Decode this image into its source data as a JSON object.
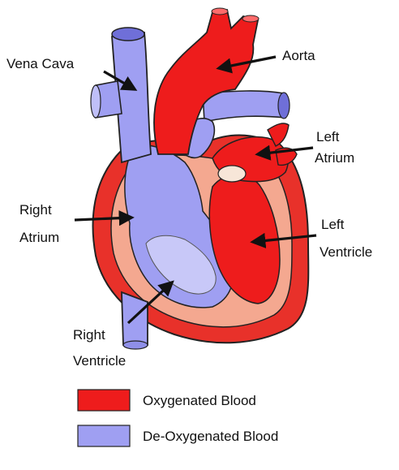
{
  "labels": {
    "vena_cava": "Vena Cava",
    "aorta": "Aorta",
    "left_atrium_1": "Left",
    "left_atrium_2": "Atrium",
    "right_atrium_1": "Right",
    "right_atrium_2": "Atrium",
    "left_ventricle_1": "Left",
    "left_ventricle_2": "Ventricle",
    "right_ventricle_1": "Right",
    "right_ventricle_2": "Ventricle"
  },
  "legend": [
    {
      "label": "Oxygenated Blood",
      "color": "#ee1c1c"
    },
    {
      "label": "De-Oxygenated Blood",
      "color": "#9f9ff2"
    }
  ],
  "colors": {
    "oxygenated": "#ee1c1c",
    "deoxygenated": "#9f9ff2",
    "myocardium": "#f4a890",
    "outline": "#222222"
  }
}
